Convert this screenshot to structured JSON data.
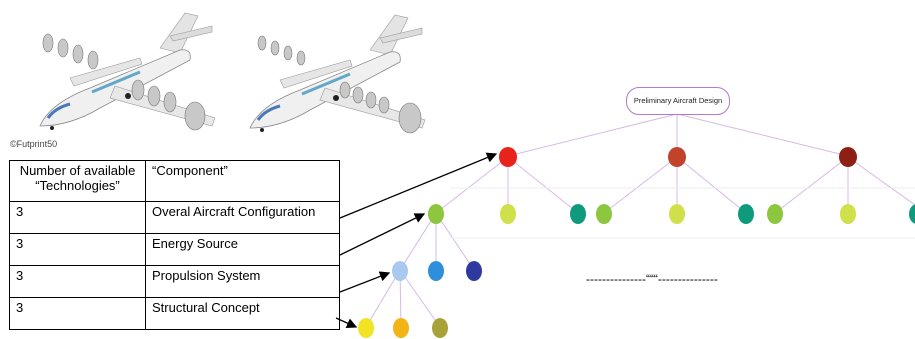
{
  "image_credit": "©Futprint50",
  "table": {
    "header": {
      "col1": "Number of available “Technologies”",
      "col2": "“Component”"
    },
    "rows": [
      {
        "count": "3",
        "component": "Overal Aircraft Configuration"
      },
      {
        "count": "3",
        "component": "Energy Source"
      },
      {
        "count": "3",
        "component": "Propulsion System"
      },
      {
        "count": "3",
        "component": "Structural Concept"
      }
    ]
  },
  "tree": {
    "root_label": "Preliminary Aircraft Design",
    "ellipsis_note": "---------------“““---------------"
  },
  "colors": {
    "level1": [
      "#e8231b",
      "#c0432a",
      "#8e1f14"
    ],
    "level2": [
      "#8dc63f",
      "#cfe04a",
      "#0f9a7e"
    ],
    "level3": [
      "#a9c9ee",
      "#2f8fdc",
      "#2e3aa0"
    ],
    "level4": [
      "#f2e424",
      "#f2b417",
      "#a8a23a"
    ],
    "edge": "#d8b8e8"
  }
}
